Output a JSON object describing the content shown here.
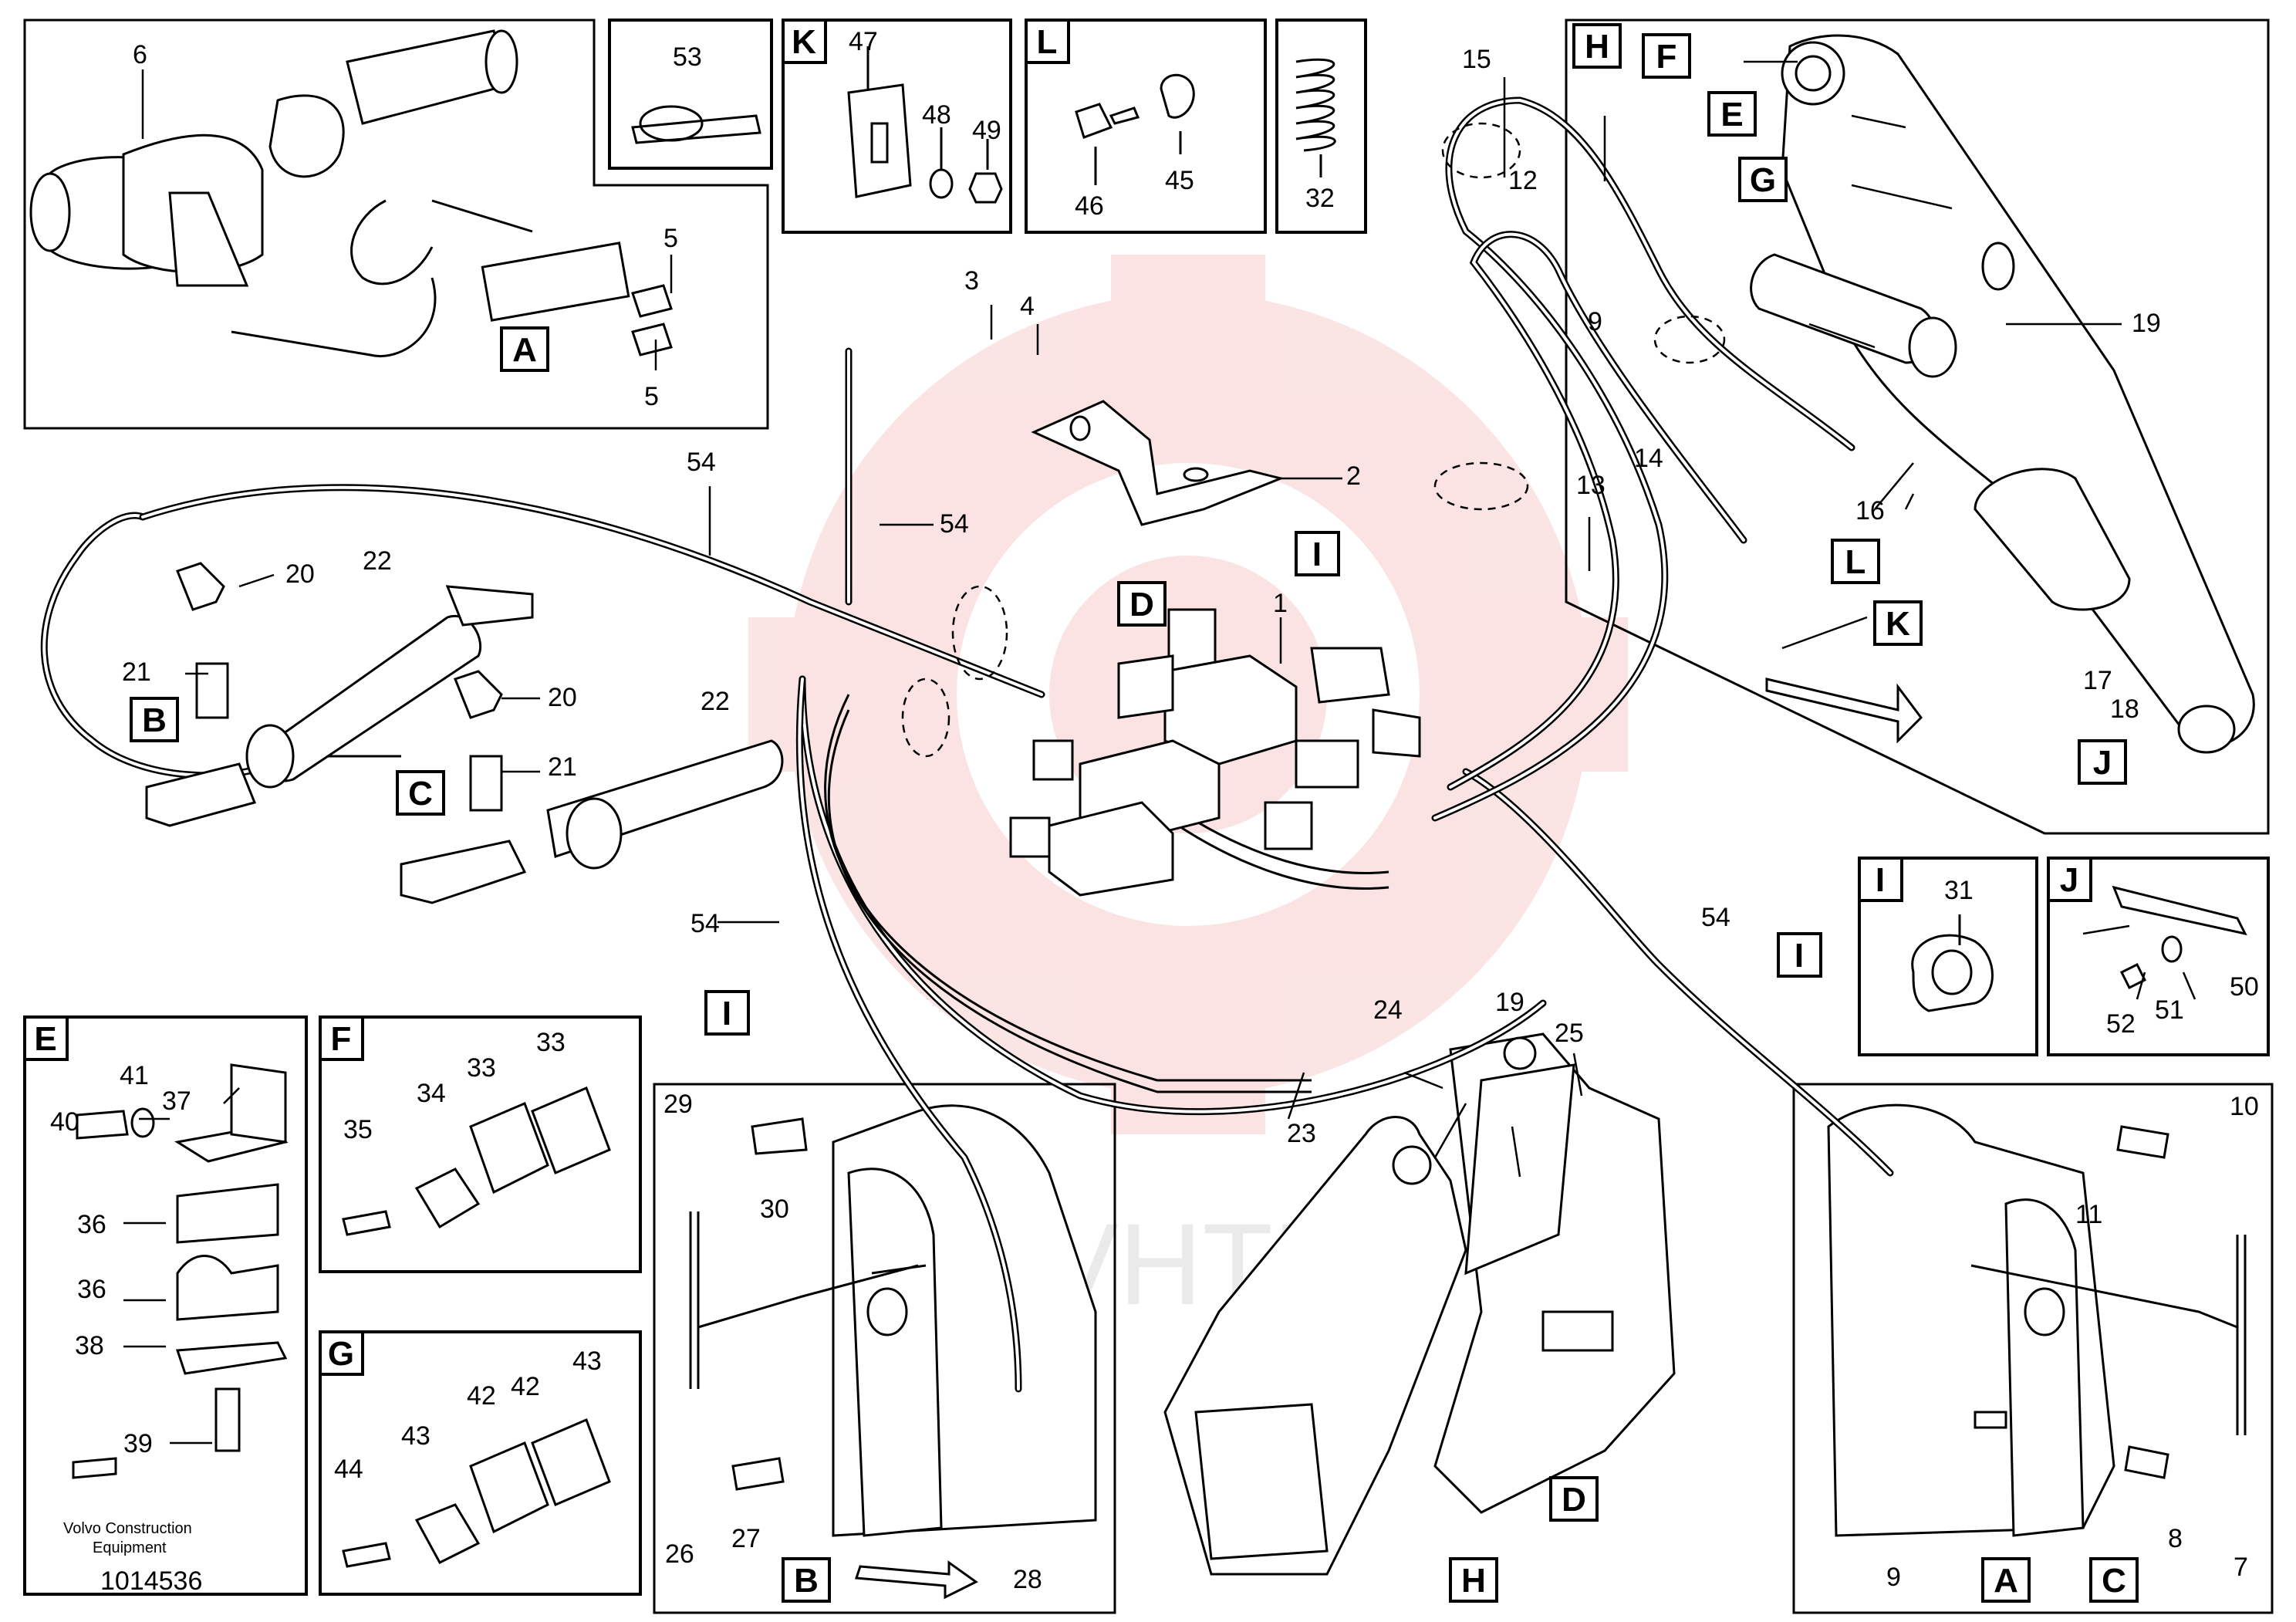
{
  "watermark": "VHTEX",
  "footer": {
    "company_line1": "Volvo Construction",
    "company_line2": "Equipment",
    "drawing_number": "1014536"
  },
  "detail_boxes": {
    "A": "A",
    "B": "B",
    "C": "C",
    "D": "D",
    "E": "E",
    "F": "F",
    "G": "G",
    "H": "H",
    "I": "I",
    "J": "J",
    "K": "K",
    "L": "L"
  },
  "part_numbers": {
    "p1": "1",
    "p2": "2",
    "p3": "3",
    "p4": "4",
    "p5": "5",
    "p6": "6",
    "p7": "7",
    "p8": "8",
    "p9": "9",
    "p10": "10",
    "p11": "11",
    "p12": "12",
    "p13": "13",
    "p14": "14",
    "p15": "15",
    "p16": "16",
    "p17": "17",
    "p18": "18",
    "p19": "19",
    "p20": "20",
    "p21": "21",
    "p22": "22",
    "p23": "23",
    "p24": "24",
    "p25": "25",
    "p26": "26",
    "p27": "27",
    "p28": "28",
    "p29": "29",
    "p30": "30",
    "p31": "31",
    "p32": "32",
    "p33": "33",
    "p34": "34",
    "p35": "35",
    "p36": "36",
    "p37": "37",
    "p38": "38",
    "p39": "39",
    "p40": "40",
    "p41": "41",
    "p42": "42",
    "p43": "43",
    "p44": "44",
    "p45": "45",
    "p46": "46",
    "p47": "47",
    "p48": "48",
    "p49": "49",
    "p50": "50",
    "p51": "51",
    "p52": "52",
    "p53": "53",
    "p54": "54"
  }
}
